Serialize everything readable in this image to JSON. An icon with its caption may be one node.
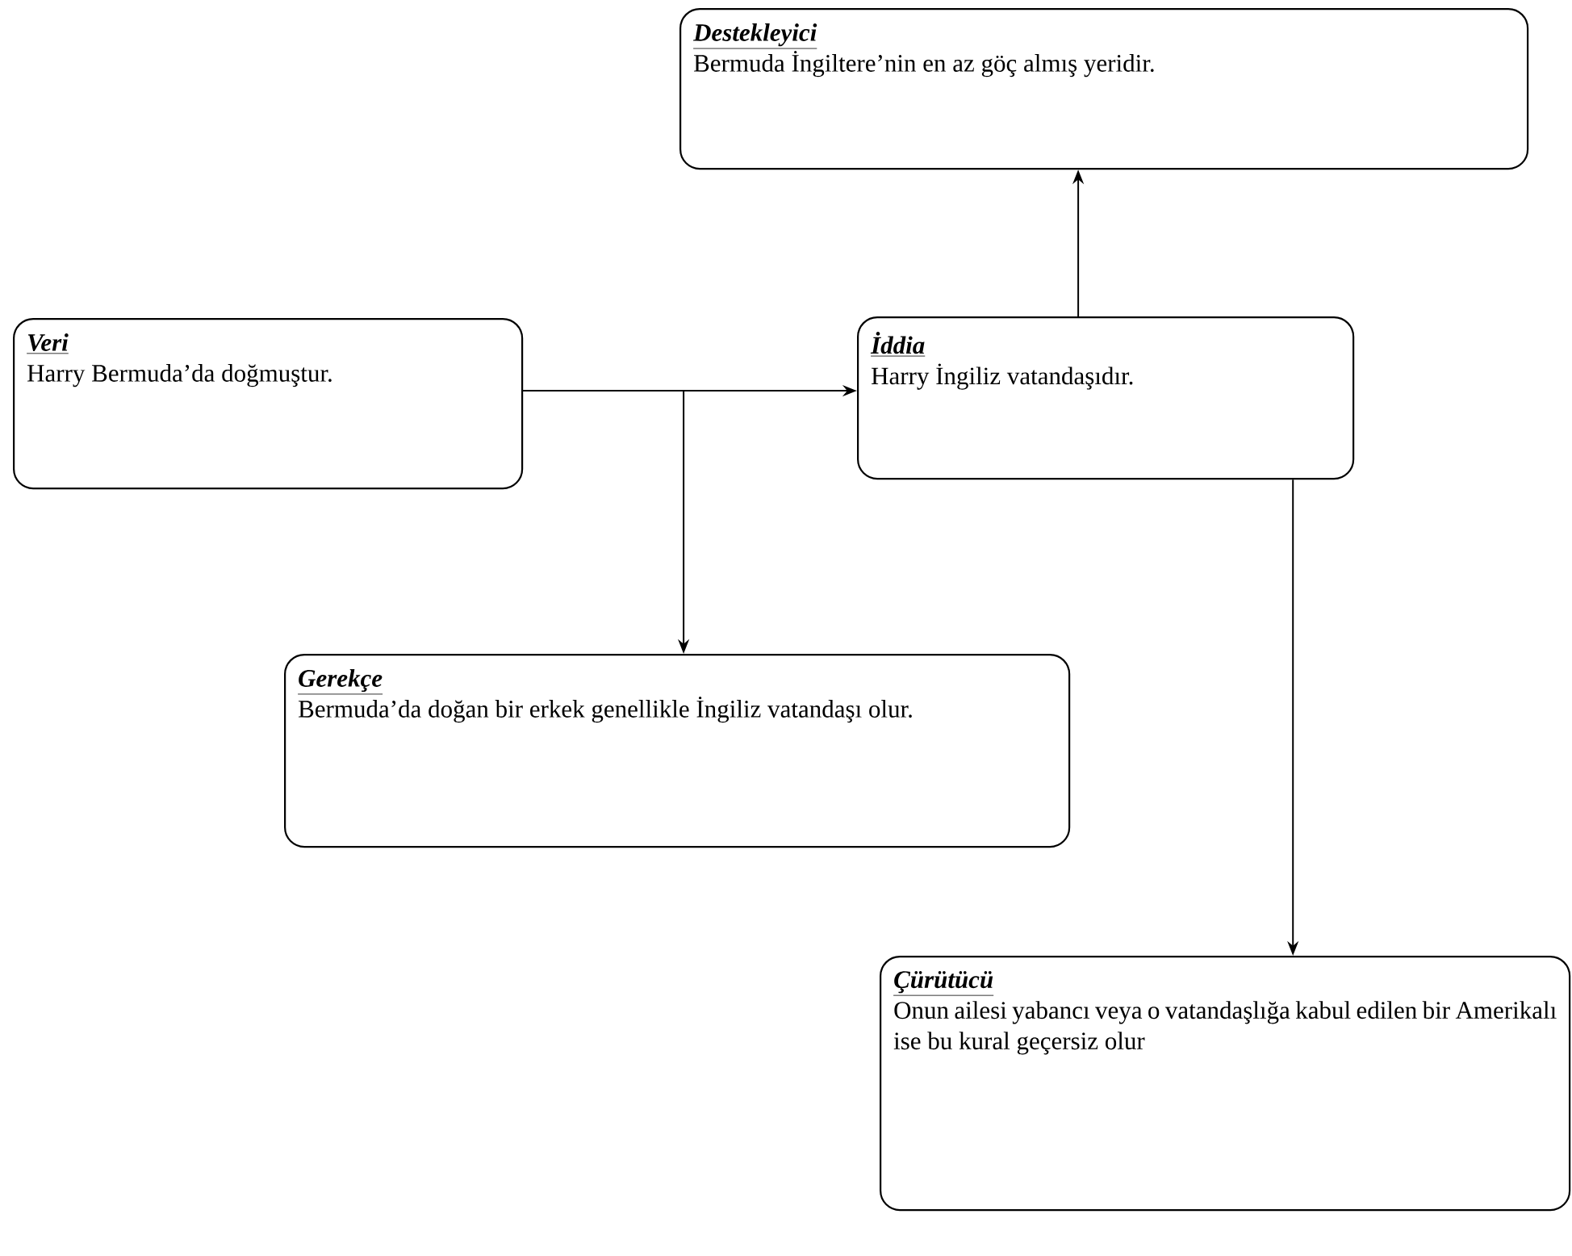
{
  "diagram": {
    "nodes": [
      {
        "text": [
          "Veri",
          "Harry Bermuda’da doğmuştur."
        ]
      },
      {
        "text": [
          "İddia",
          "Harry İngiliz vatandaşıdır."
        ]
      },
      {
        "text": [
          "Destekleyici",
          "Bermuda İngiltere’nin en az göç almış yeridir."
        ]
      },
      {
        "text": [
          "Gerekçe",
          "Bermuda’da doğan bir erkek genellikle İngiliz vatandaşı olur."
        ]
      },
      {
        "text": [
          "Çürütücü",
          "Onun ailesi yabancı veya o vatandaşlığa kabul edilen bir Amerikalı ise bu kural geçersiz olur"
        ]
      }
    ],
    "edges": [
      {
        "from": 0,
        "to": 1,
        "arrow": "to"
      },
      {
        "from": 0,
        "to": 3,
        "arrow": "to"
      },
      {
        "from": 1,
        "to": 2,
        "arrow": "to"
      },
      {
        "from": 1,
        "to": 4,
        "arrow": "to"
      }
    ]
  }
}
